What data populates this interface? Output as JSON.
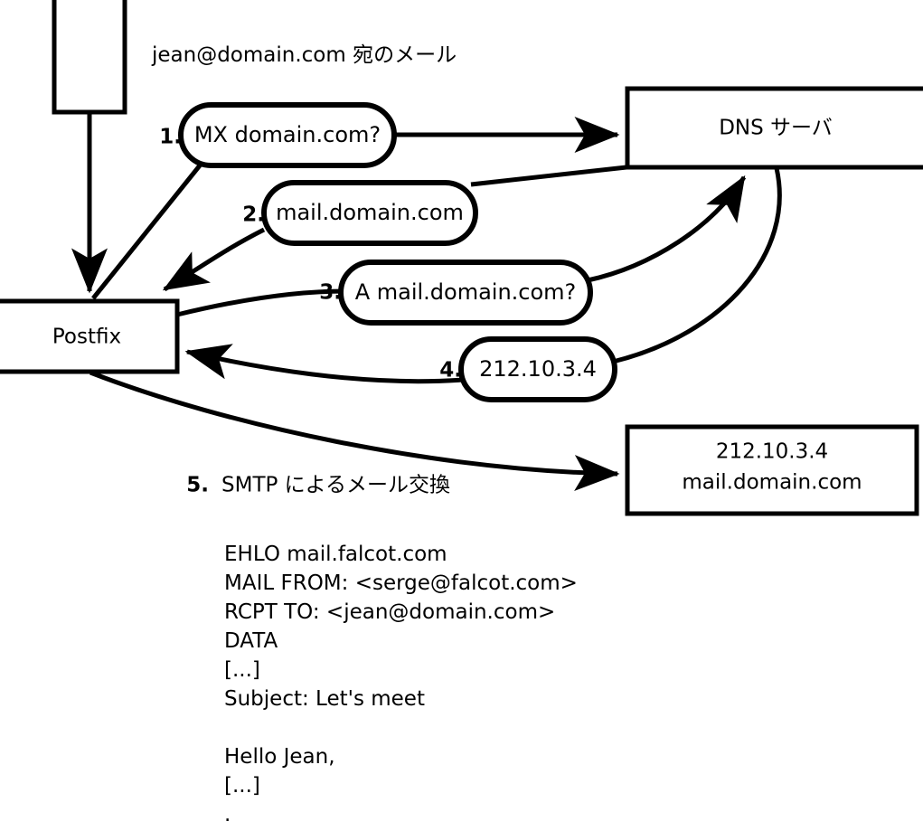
{
  "diagram": {
    "title_note": "jean@domain.com 宛のメール",
    "nodes": [
      {
        "id": "sender-box",
        "label": ""
      },
      {
        "id": "postfix-box",
        "label": "Postfix"
      },
      {
        "id": "dns-box",
        "label": "DNS サーバ"
      },
      {
        "id": "target-box",
        "line1": "212.10.3.4",
        "line2": "mail.domain.com"
      }
    ],
    "steps": [
      {
        "num": "1.",
        "label": "MX domain.com?"
      },
      {
        "num": "2.",
        "label": "mail.domain.com"
      },
      {
        "num": "3.",
        "label": "A mail.domain.com?"
      },
      {
        "num": "4.",
        "label": "212.10.3.4"
      }
    ],
    "step5": {
      "num": "5.",
      "label": "SMTP によるメール交換"
    },
    "transcript": [
      "EHLO mail.falcot.com",
      "MAIL FROM: <serge@falcot.com>",
      "RCPT TO: <jean@domain.com>",
      "DATA",
      "[...]",
      "Subject: Let's meet",
      "",
      "Hello Jean,",
      "[...]",
      "."
    ]
  }
}
